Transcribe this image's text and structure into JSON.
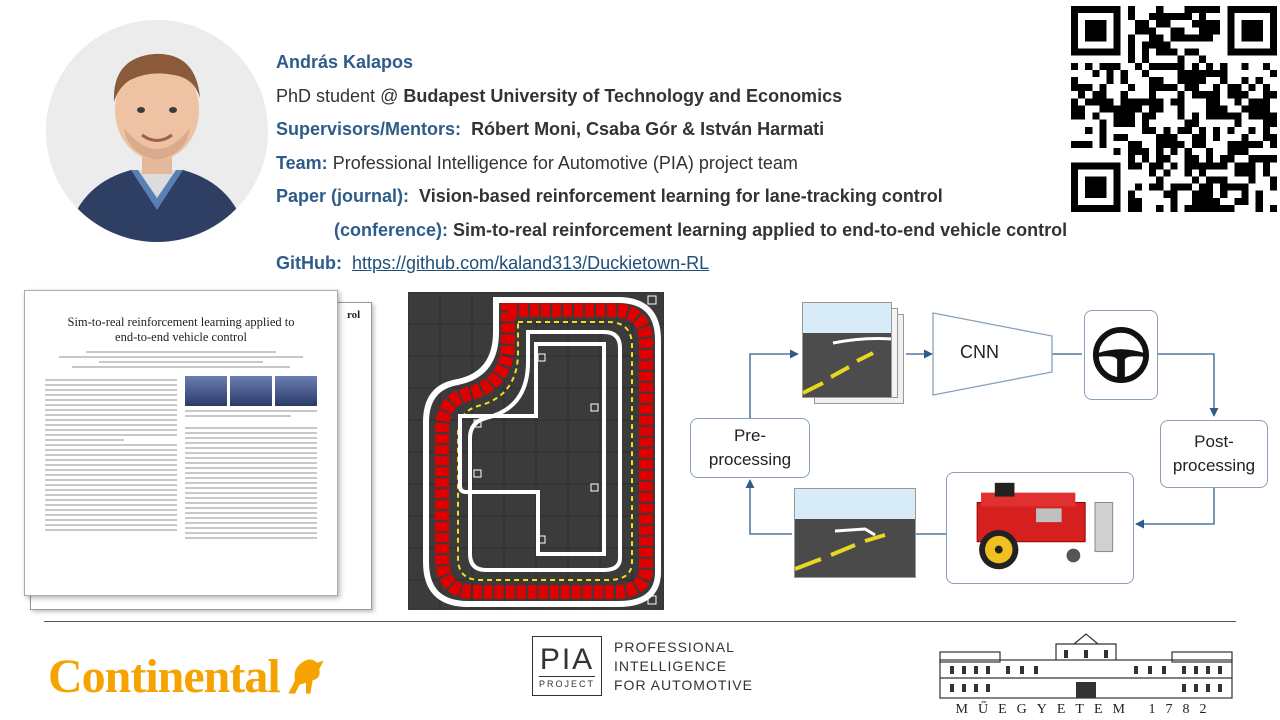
{
  "person": {
    "name": "András Kalapos",
    "role_prefix": "PhD student @ ",
    "university": "Budapest University of Technology and Economics"
  },
  "supervisors": {
    "label": "Supervisors/Mentors:",
    "names": "Róbert Moni, Csaba Gór & István Harmati"
  },
  "team": {
    "label": "Team:",
    "value": "Professional Intelligence for Automotive (PIA) project team"
  },
  "paper": {
    "journal_label": "Paper (journal):",
    "journal_title": "Vision-based reinforcement learning for lane-tracking control",
    "conference_label": "(conference):",
    "conference_title": "Sim-to-real reinforcement learning applied to end-to-end vehicle control"
  },
  "github": {
    "label": "GitHub:",
    "url": "https://github.com/kaland313/Duckietown-RL"
  },
  "paper_thumbnail": {
    "title_line1": "Sim-to-real reinforcement learning applied to",
    "title_line2": "end-to-end vehicle control",
    "back_snippet": "rol"
  },
  "diagram": {
    "cnn_label": "CNN",
    "preprocessing_label": "Pre-\nprocessing",
    "postprocessing_label": "Post-\nprocessing"
  },
  "logos": {
    "continental": "Continental",
    "pia_letters": "PIA",
    "pia_sub": "PROJECT",
    "pia_line1": "PROFESSIONAL",
    "pia_line2": "INTELLIGENCE",
    "pia_line3": "FOR AUTOMOTIVE",
    "bme_text": "MŰEGYETEM 1782"
  },
  "colors": {
    "accent_blue": "#2e5c8a",
    "continental_orange": "#f5a300",
    "trajectory_red": "#e00000"
  }
}
